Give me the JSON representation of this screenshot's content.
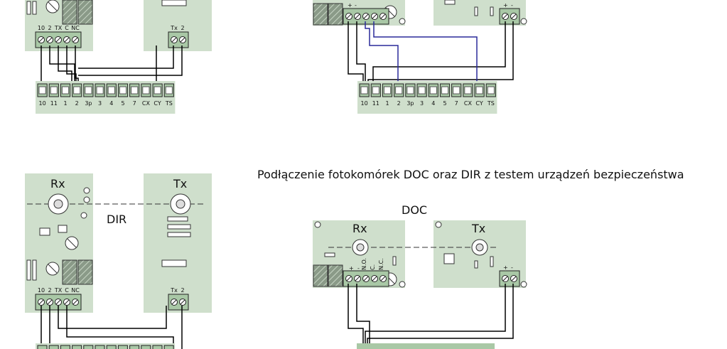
{
  "caption": "Podłączenie fotokomórek DOC oraz DIR z testem urządzeń bezpieczeństwa",
  "dir": {
    "title": "DIR",
    "rx_label": "Rx",
    "tx_label": "Tx",
    "rx_terminals": [
      "10",
      "2",
      "TX",
      "C",
      "NC"
    ],
    "tx_terminals": [
      "Tx",
      "2"
    ]
  },
  "doc": {
    "title": "DOC",
    "rx_label": "Rx",
    "tx_label": "Tx",
    "rx_terminals": [
      "+",
      "-",
      "N.O.",
      "C.",
      "N.C."
    ],
    "tx_terminals": [
      "+",
      "-"
    ]
  },
  "control_board_terminals": [
    "10",
    "11",
    "1",
    "2",
    "3p",
    "3",
    "4",
    "5",
    "7",
    "CX",
    "CY",
    "TS"
  ],
  "colors": {
    "board": "#cfdfcc",
    "terminal_block": "#a9c8a6",
    "wire": "#000000",
    "wire_blue": "#2a2a9a"
  }
}
